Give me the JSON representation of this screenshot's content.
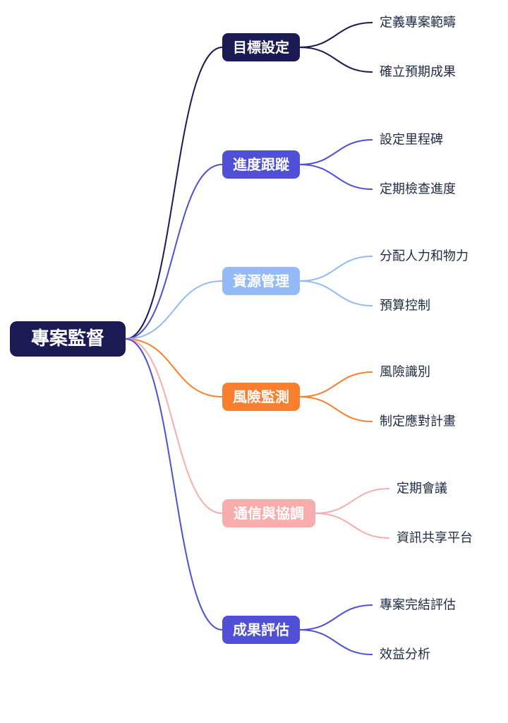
{
  "root": {
    "label": "專案監督",
    "color": "#1b1a54"
  },
  "branches": [
    {
      "label": "目標設定",
      "color": "#1b1a54",
      "children": [
        "定義專案範疇",
        "確立預期成果"
      ]
    },
    {
      "label": "進度跟蹤",
      "color": "#4f4fd8",
      "children": [
        "設定里程碑",
        "定期檢查進度"
      ]
    },
    {
      "label": "資源管理",
      "color": "#93b9f7",
      "children": [
        "分配人力和物力",
        "預算控制"
      ]
    },
    {
      "label": "風險監測",
      "color": "#f97f2e",
      "children": [
        "風險識別",
        "制定應對計畫"
      ]
    },
    {
      "label": "通信與協調",
      "color": "#f7adab",
      "children": [
        "定期會議",
        "資訊共享平台"
      ]
    },
    {
      "label": "成果評估",
      "color": "#4f4fd8",
      "children": [
        "專案完結評估",
        "效益分析"
      ]
    }
  ]
}
